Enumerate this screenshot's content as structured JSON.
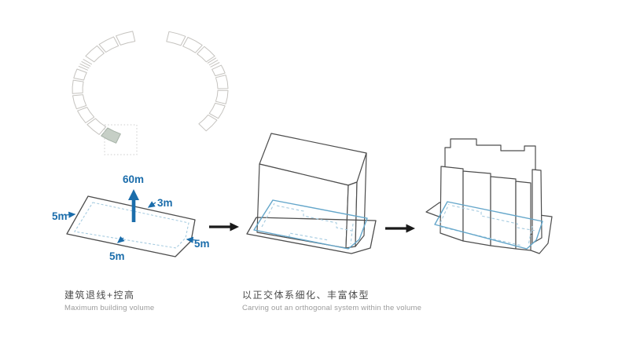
{
  "colors": {
    "accent-blue": "#1b6dab",
    "light-blue": "#64a6ca",
    "dash-blue": "#a5cbe0",
    "outline-dark": "#4d4d4d",
    "ring-gray": "#c5c3bf",
    "highlight-fill": "#c6cfc6",
    "highlight-stroke": "#a6b2a7",
    "caption-dark": "#4a4a4a",
    "caption-gray": "#9b9b9b",
    "arrow-black": "#1a1a1a"
  },
  "site_plan": {
    "labels": {
      "height": "60m",
      "top_setback": "3m",
      "left_setback": "5m",
      "bottom_setback": "5m",
      "right_setback": "5m"
    }
  },
  "icons": {
    "step_arrow": "right-arrow"
  },
  "captions": {
    "step1": {
      "zh": "建筑退线+控高",
      "en": "Maximum building volume"
    },
    "step2": {
      "zh": "以正交体系细化、丰富体型",
      "en": "Carving out an orthogonal system within the volume"
    }
  }
}
